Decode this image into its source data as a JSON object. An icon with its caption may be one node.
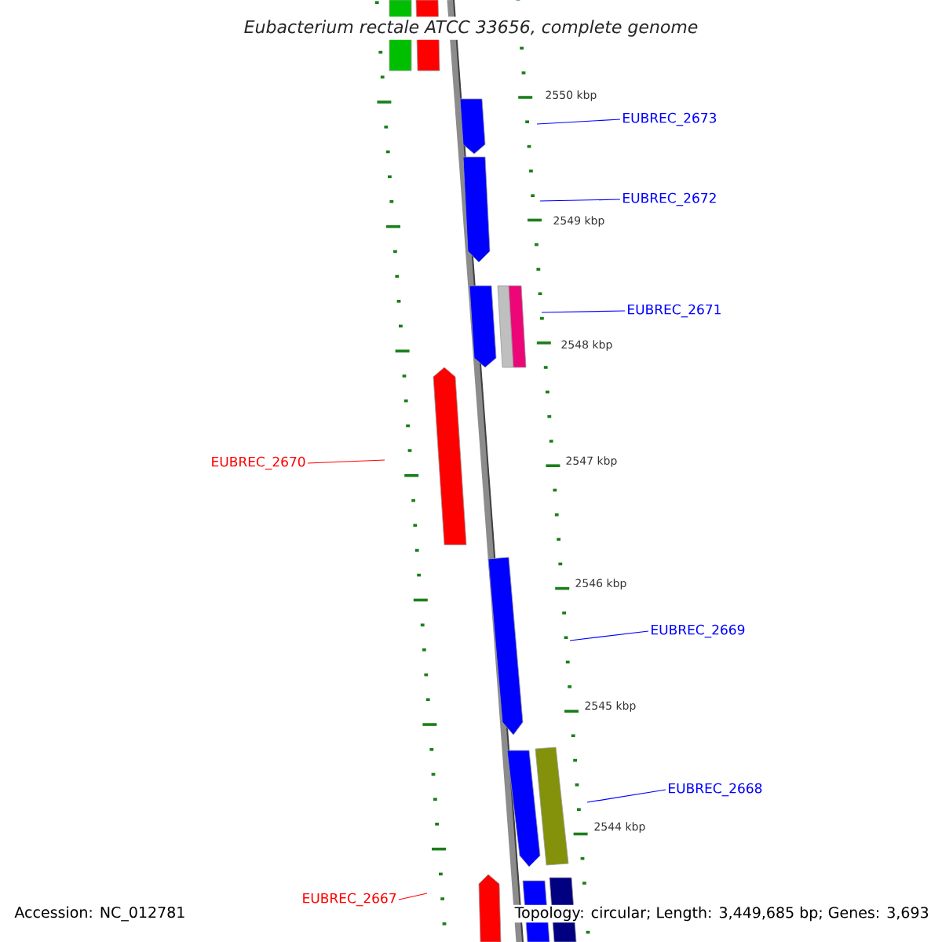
{
  "diagram": {
    "title": "Eubacterium rectale ATCC 33656, complete genome",
    "nodes": [
      {
        "text": [
          "EUBREC_2673"
        ]
      },
      {
        "text": [
          "EUBREC_2672"
        ]
      },
      {
        "text": [
          "EUBREC_2671"
        ]
      },
      {
        "text": [
          "EUBREC_2670"
        ]
      },
      {
        "text": [
          "EUBREC_2669"
        ]
      },
      {
        "text": [
          "EUBREC_2668"
        ]
      },
      {
        "text": [
          "EUBREC_2667"
        ]
      }
    ],
    "edges": [
      {
        "from": 0,
        "to": null,
        "arrow": "none"
      },
      {
        "from": 1,
        "to": null,
        "arrow": "none"
      },
      {
        "from": 2,
        "to": null,
        "arrow": "none"
      },
      {
        "from": 3,
        "to": null,
        "arrow": "none",
        "color": "#ff0000"
      },
      {
        "from": 4,
        "to": null,
        "arrow": "none"
      },
      {
        "from": 5,
        "to": null,
        "arrow": "none"
      },
      {
        "from": 6,
        "to": null,
        "arrow": "none",
        "color": "#ff0000"
      }
    ],
    "labels": [
      "2550 kbp",
      "2549 kbp",
      "2548 kbp",
      "2547 kbp",
      "2546 kbp",
      "2545 kbp",
      "2544 kbp",
      "Accession: NC_012781",
      "Topology: circular; Length: 3,449,685 bp; Genes: 3,693"
    ]
  }
}
